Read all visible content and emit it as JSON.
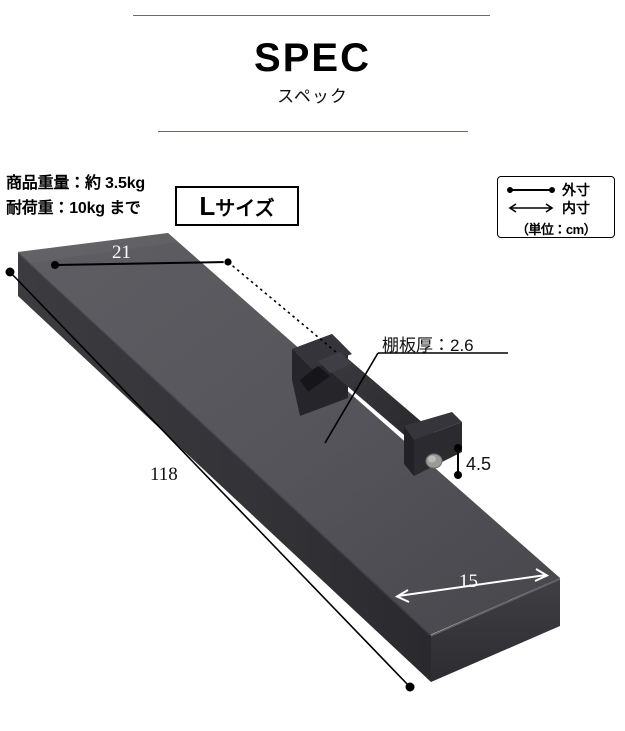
{
  "header": {
    "title": "SPEC",
    "subtitle": "スペック"
  },
  "info": {
    "weight_line": "商品重量：約 3.5kg",
    "load_line": "耐荷重：10kg まで"
  },
  "size_badge": {
    "size_letter": "L",
    "size_suffix": "サイズ"
  },
  "legend": {
    "outer_label": "外寸",
    "inner_label": "内寸",
    "unit_note": "（単位：cm）"
  },
  "dimensions": {
    "depth_21": "21",
    "length_118": "118",
    "width_15": "15",
    "height_45": "4.5",
    "board_thickness": "棚板厚：2.6"
  },
  "colors": {
    "board_top": "#55555a",
    "board_top_light": "#5d5d62",
    "board_front": "#3a3a3e",
    "board_edge_dark": "#2b2b2f",
    "bracket": "#2e2e32",
    "outline": "#000000",
    "rule": "#6b6b63"
  }
}
